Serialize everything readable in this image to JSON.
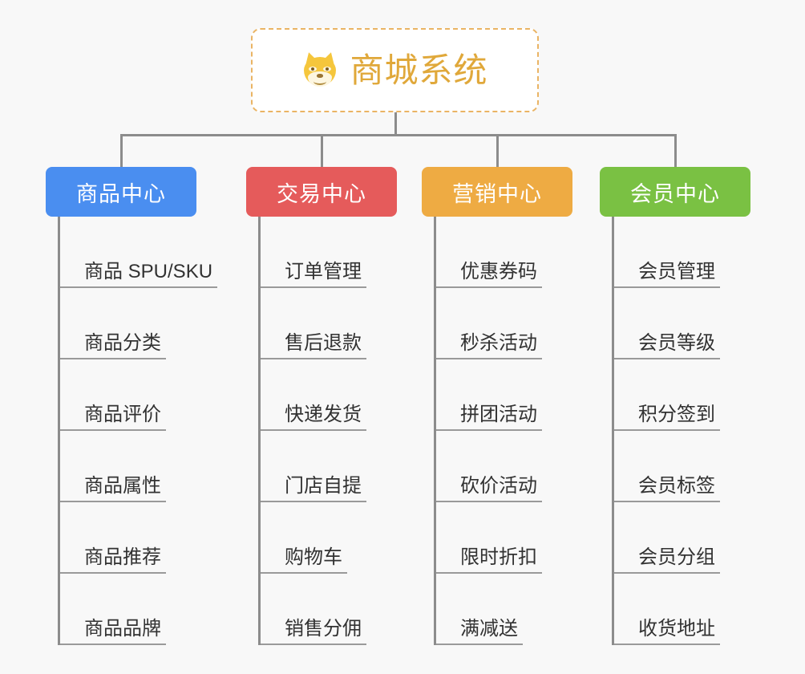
{
  "page": {
    "background_color": "#f8f8f8",
    "line_color": "#8c8c8c",
    "leaf_text_color": "#323232"
  },
  "root": {
    "title": "商城系统",
    "icon": "dog-face-icon",
    "border_color": "#eab464",
    "text_color": "#e0a83a",
    "background_color": "#ffffff"
  },
  "columns": [
    {
      "id": "product-center",
      "label": "商品中心",
      "color": "#4a8ef0",
      "items": [
        "商品 SPU/SKU",
        "商品分类",
        "商品评价",
        "商品属性",
        "商品推荐",
        "商品品牌"
      ]
    },
    {
      "id": "trade-center",
      "label": "交易中心",
      "color": "#e55b5b",
      "items": [
        "订单管理",
        "售后退款",
        "快递发货",
        "门店自提",
        "购物车",
        "销售分佣"
      ]
    },
    {
      "id": "marketing-center",
      "label": "营销中心",
      "color": "#eeab43",
      "items": [
        "优惠券码",
        "秒杀活动",
        "拼团活动",
        "砍价活动",
        "限时折扣",
        "满减送"
      ]
    },
    {
      "id": "member-center",
      "label": "会员中心",
      "color": "#7ac143",
      "items": [
        "会员管理",
        "会员等级",
        "积分签到",
        "会员标签",
        "会员分组",
        "收货地址"
      ]
    }
  ]
}
